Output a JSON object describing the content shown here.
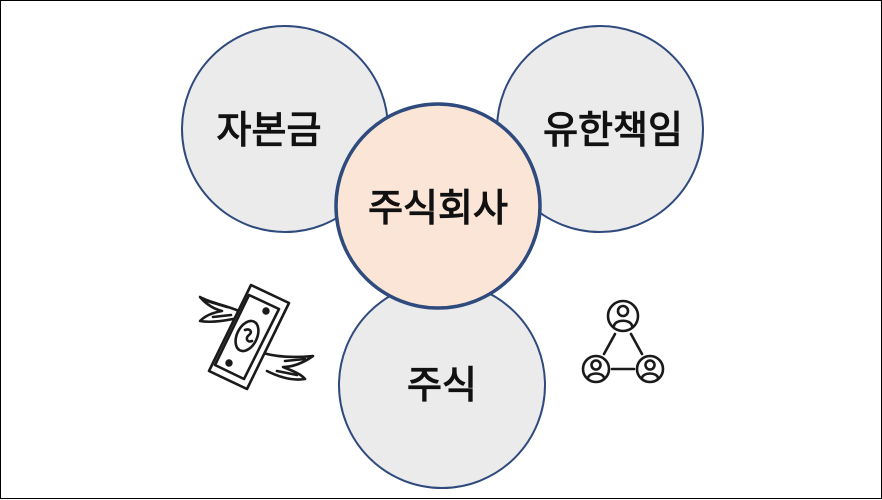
{
  "center": {
    "label": "주식회사",
    "fill": "#fbe5d6"
  },
  "nodes": [
    {
      "id": "capital",
      "label": "자본금"
    },
    {
      "id": "limited-liability",
      "label": "유한책임"
    },
    {
      "id": "stock",
      "label": "주식"
    }
  ],
  "colors": {
    "outer_fill": "#ebebeb",
    "circle_stroke": "#2f4a7d",
    "icon_stroke": "#1a1a1a"
  },
  "icons": [
    "flying-money-icon",
    "network-people-icon"
  ]
}
